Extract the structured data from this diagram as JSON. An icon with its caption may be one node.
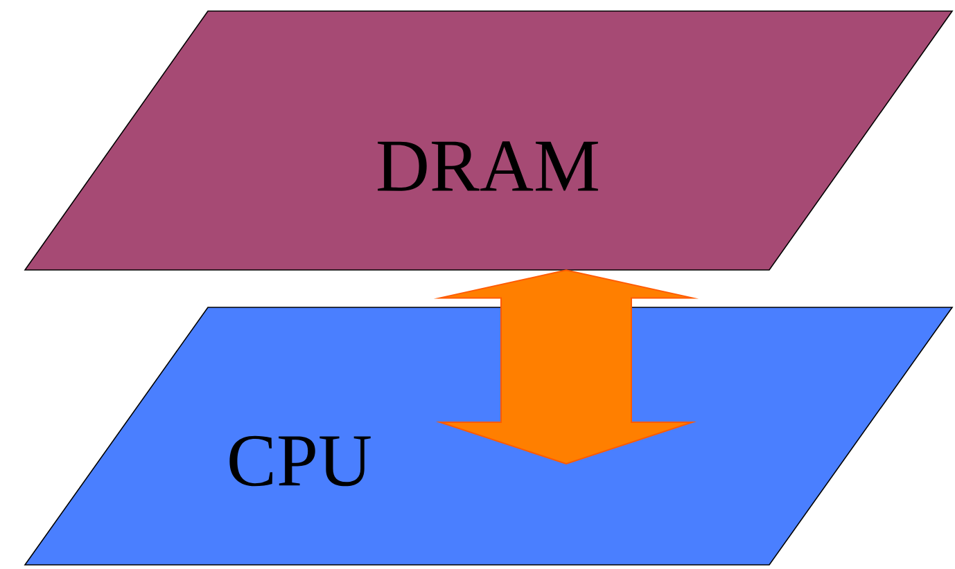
{
  "diagram": {
    "nodes": [
      {
        "text": [
          "DRAM"
        ]
      },
      {
        "text": [
          "CPU"
        ]
      }
    ],
    "edges": [
      {
        "from": 0,
        "to": 1,
        "arrow": "both"
      }
    ]
  }
}
